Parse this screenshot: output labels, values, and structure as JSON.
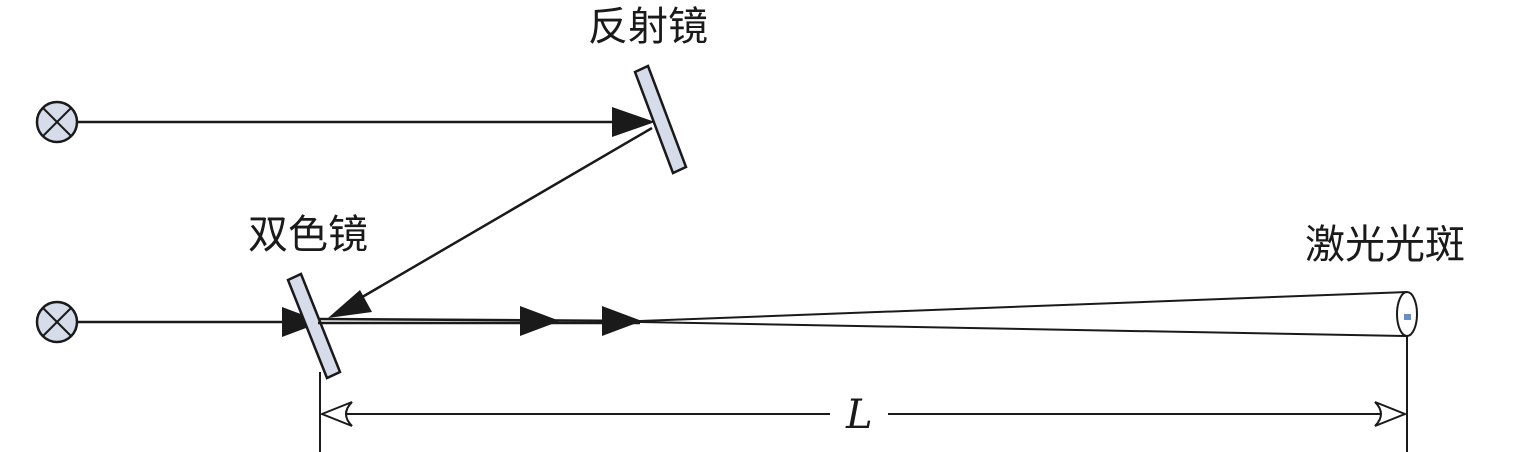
{
  "labels": {
    "reflector": "反射镜",
    "dichroic": "双色镜",
    "spot": "激光光斑",
    "distance": "L"
  },
  "colors": {
    "line": "#1a1a1a",
    "mirror_fill": "#d6dcea",
    "source_fill": "#d6dcea"
  },
  "icons": {
    "source_top": "laser-source-icon",
    "source_bottom": "laser-source-icon"
  }
}
